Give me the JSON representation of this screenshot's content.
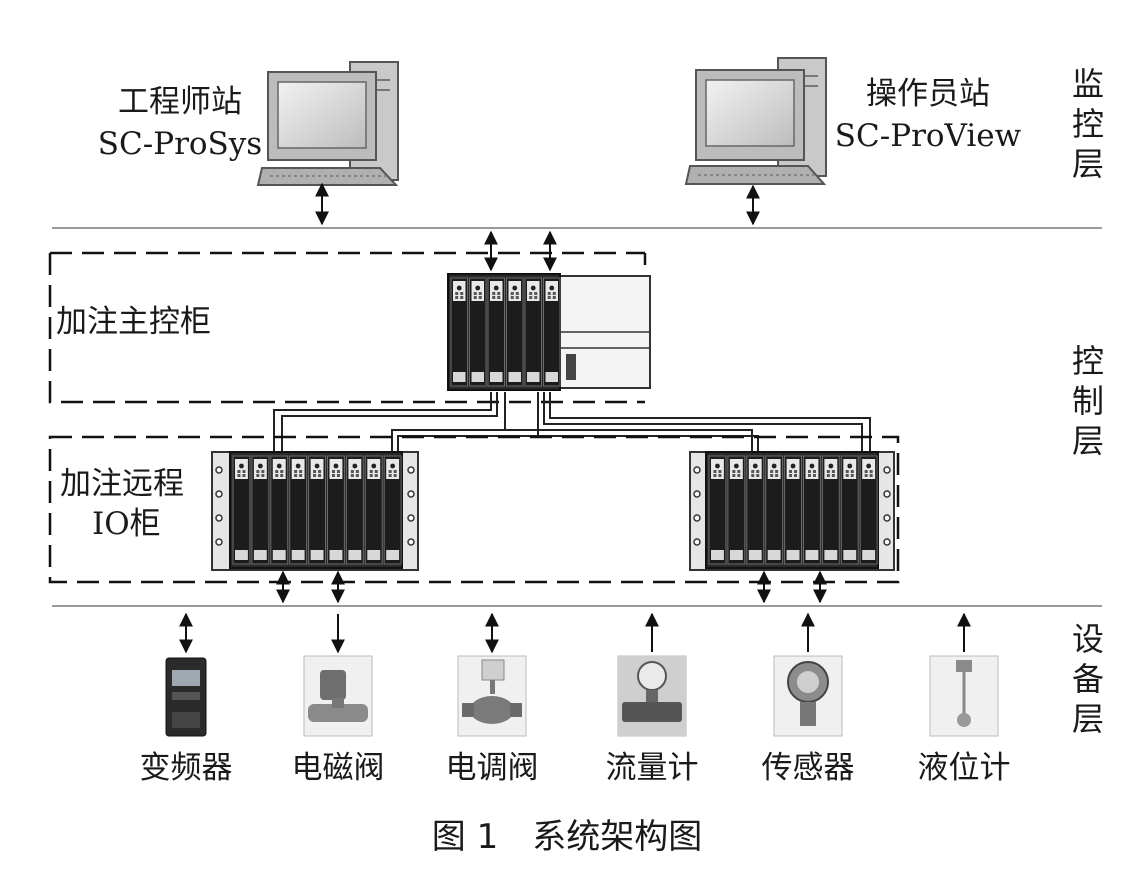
{
  "stations": {
    "engineer": {
      "name": "工程师站",
      "model": "SC-ProSys"
    },
    "operator": {
      "name": "操作员站",
      "model": "SC-ProView"
    }
  },
  "layers": {
    "monitor": "监控层",
    "control": "控制层",
    "device": "设备层"
  },
  "cabinets": {
    "main": "加注主控柜",
    "remote_line1": "加注远程",
    "remote_line2": "IO柜"
  },
  "devices": [
    {
      "label": "变频器",
      "icon": "frequency-converter-icon",
      "link": "bidirectional"
    },
    {
      "label": "电磁阀",
      "icon": "solenoid-valve-icon",
      "link": "down"
    },
    {
      "label": "电调阀",
      "icon": "electric-control-valve-icon",
      "link": "bidirectional"
    },
    {
      "label": "流量计",
      "icon": "flow-meter-icon",
      "link": "up"
    },
    {
      "label": "传感器",
      "icon": "sensor-icon",
      "link": "up"
    },
    {
      "label": "液位计",
      "icon": "level-gauge-icon",
      "link": "up"
    }
  ],
  "caption": "图 1　系统架构图"
}
